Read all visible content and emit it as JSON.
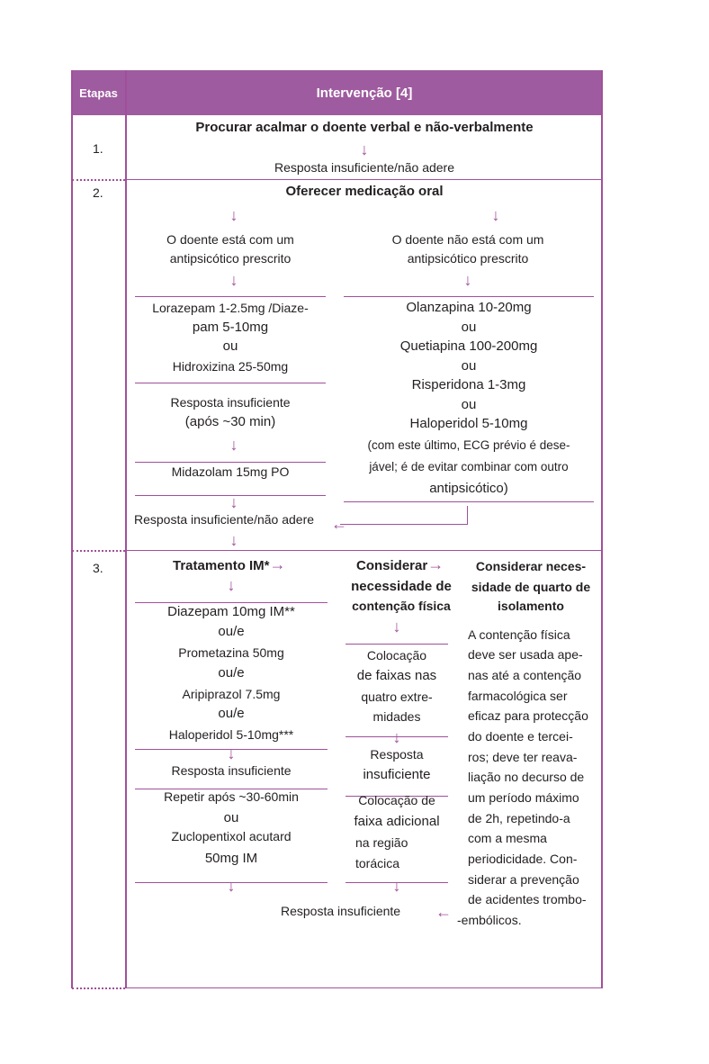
{
  "header": {
    "etapas": "Etapas",
    "intervencao": "Intervenção [4]"
  },
  "step1": {
    "number": "1.",
    "title": "Procurar acalmar o doente verbal e não-verbalmente",
    "response": "Resposta insuficiente/não adere"
  },
  "step2": {
    "number": "2.",
    "title": "Oferecer medicação oral",
    "left": {
      "heading": [
        "O doente está com um",
        "antipsicótico prescrito"
      ],
      "meds": [
        "Lorazepam 1-2.5mg /Diaze-",
        "pam 5-10mg",
        "ou",
        "Hidroxizina 25-50mg"
      ],
      "response": [
        "Resposta insuficiente",
        "(após ~30 min)"
      ],
      "midazolam": "Midazolam 15mg PO"
    },
    "right": {
      "heading": [
        "O doente não está com um",
        "antipsicótico prescrito"
      ],
      "meds": [
        "Olanzapina 10-20mg",
        "ou",
        "Quetiapina 100-200mg",
        "ou",
        "Risperidona 1-3mg",
        "ou",
        "Haloperidol 5-10mg",
        "(com este último, ECG prévio é dese-",
        "jável; é de evitar combinar com outro",
        "antipsicótico)"
      ]
    },
    "response": "Resposta insuficiente/não adere"
  },
  "step3": {
    "number": "3.",
    "col1": {
      "title": "Tratamento IM*",
      "meds": [
        "Diazepam 10mg IM**",
        "ou/e",
        "Prometazina 50mg",
        "ou/e",
        "Aripiprazol 7.5mg",
        "ou/e",
        "Haloperidol 5-10mg***"
      ],
      "response": "Resposta insuficiente",
      "repeat": [
        "Repetir após ~30-60min",
        "ou",
        "Zuclopentixol acutard",
        "50mg IM"
      ]
    },
    "col2": {
      "title": [
        "Considerar",
        "necessidade de",
        "contenção física"
      ],
      "placement": [
        "Colocação",
        "de faixas nas",
        "quatro extre-",
        "midades"
      ],
      "response": [
        "Resposta",
        "insuficiente"
      ],
      "extra": [
        "Colocação de",
        "faixa adicional",
        "na região",
        "torácica"
      ]
    },
    "col3": {
      "title": [
        "Considerar neces-",
        "sidade de quarto de",
        "isolamento"
      ],
      "text": [
        "A contenção física",
        "deve ser usada ape-",
        "nas até a contenção",
        "farmacológica ser",
        "eficaz para protecção",
        "do doente e tercei-",
        "ros; deve ter reava-",
        "liação no decurso de",
        "um período máximo",
        "de 2h, repetindo-a",
        "com a mesma",
        "periodicidade. Con-",
        "siderar a prevenção",
        "de acidentes trombo-",
        "-embólicos."
      ]
    },
    "response": "Resposta insuficiente"
  },
  "arrows": {
    "down": "↓",
    "right": "→",
    "left": "←"
  },
  "colors": {
    "header": "#9f5b9f",
    "line": "#a0509a"
  }
}
